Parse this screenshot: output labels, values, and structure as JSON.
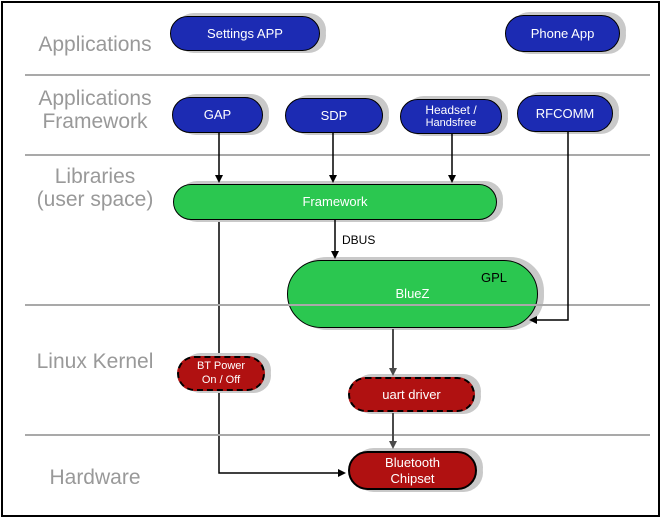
{
  "sections": [
    {
      "id": "applications",
      "lines": [
        "Applications"
      ]
    },
    {
      "id": "applications-framework",
      "lines": [
        "Applications",
        "Framework"
      ]
    },
    {
      "id": "libraries-user-space",
      "lines": [
        "Libraries",
        "(user space)"
      ]
    },
    {
      "id": "linux-kernel",
      "lines": [
        "Linux Kernel"
      ]
    },
    {
      "id": "hardware",
      "lines": [
        "Hardware"
      ]
    }
  ],
  "nodes": {
    "settings_app": {
      "label": "Settings APP",
      "color": "blue"
    },
    "phone_app": {
      "label": "Phone App",
      "color": "blue"
    },
    "gap": {
      "label": "GAP",
      "color": "blue"
    },
    "sdp": {
      "label": "SDP",
      "color": "blue"
    },
    "headset": {
      "line1": "Headset /",
      "line2": "Handsfree",
      "color": "blue"
    },
    "rfcomm": {
      "label": "RFCOMM",
      "color": "blue"
    },
    "framework": {
      "label": "Framework",
      "color": "green"
    },
    "bluez": {
      "label": "BlueZ",
      "badge": "GPL",
      "color": "green"
    },
    "bt_power": {
      "line1": "BT Power",
      "line2": "On / Off",
      "color": "dark-red",
      "border": "dashed"
    },
    "uart_driver": {
      "label": "uart driver",
      "color": "dark-red",
      "border": "dashed"
    },
    "bluetooth_chipset": {
      "line1": "Bluetooth",
      "line2": "Chipset",
      "color": "dark-red",
      "border": "solid"
    }
  },
  "edge_labels": {
    "dbus": "DBUS"
  },
  "edges": [
    {
      "from": "GAP",
      "to": "Framework"
    },
    {
      "from": "SDP",
      "to": "Framework"
    },
    {
      "from": "Headset / Handsfree",
      "to": "Framework"
    },
    {
      "from": "RFCOMM",
      "to": "BlueZ"
    },
    {
      "from": "Framework",
      "to": "BlueZ",
      "label": "DBUS"
    },
    {
      "from": "Framework",
      "to": "Bluetooth Chipset",
      "via": "BT Power On / Off"
    },
    {
      "from": "BlueZ",
      "to": "uart driver"
    },
    {
      "from": "uart driver",
      "to": "Bluetooth Chipset"
    }
  ],
  "colors": {
    "node_blue": "#1c2bb3",
    "node_green": "#2bc750",
    "node_red": "#b01111",
    "label_gray": "#999999",
    "divider_gray": "#a9a9a9",
    "shadow_gray": "#c9c9c9",
    "connector_black": "#000000",
    "connector_gray": "#4a4a4a"
  }
}
